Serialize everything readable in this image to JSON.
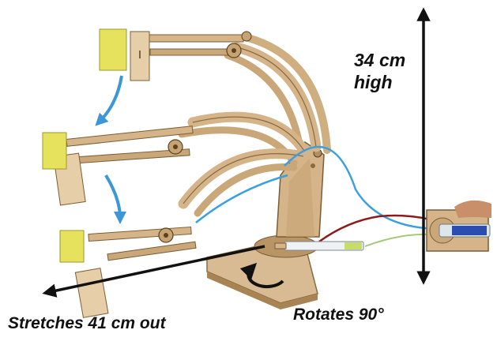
{
  "annotations": {
    "height_line1": "34 cm",
    "height_line2": "high",
    "rotation": "Rotates 90°",
    "reach": "Stretches 41 cm out"
  },
  "colors": {
    "wood": "#d4b488",
    "wood_dark": "#a88455",
    "wood_edge": "#7c5c34",
    "pad": "#e4e05a",
    "tube_blue": "#3aa0e0",
    "tube_red": "#8c1c1c",
    "arrow_black": "#111111",
    "arrow_blue": "#3b97d8",
    "syringe_fluid": "#2c4db0"
  },
  "icons": {
    "vertical_arrow": "double-headed-arrow",
    "horizontal_arrow": "left-arrow",
    "rotation_arrow": "curved-arrow",
    "motion_arrows": "curved-blue-arrow"
  }
}
